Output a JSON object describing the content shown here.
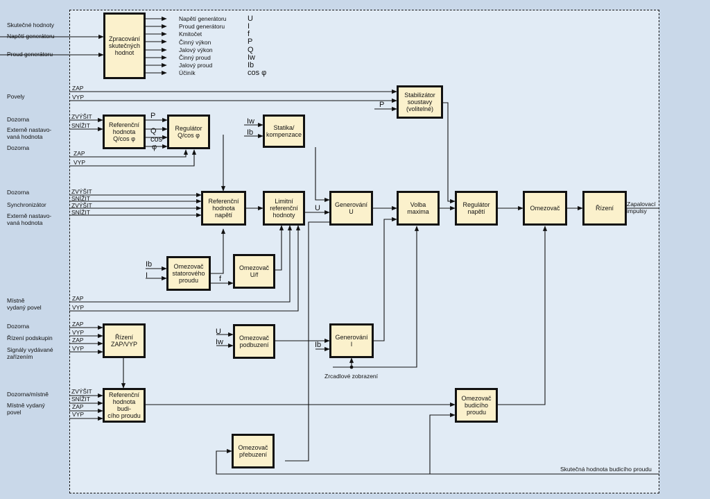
{
  "blocks": {
    "processing": "Zpracování\nskutečných\nhodnot",
    "stabilizer": "Stabilizátor\nsoustavy\n(volitelné)",
    "ref_q": "Referenční\nhodnota\nQ/cos φ",
    "reg_q": "Regulátor\nQ/cos φ",
    "statika": "Statika/\nkompenzace",
    "ref_u": "Referenční\nhodnota\nnapětí",
    "lim_ref": "Limitní\nreferenční\nhodnoty",
    "gen_u": "Generování\nU",
    "volba": "Volba\nmaxima",
    "reg_u": "Regulátor\nnapětí",
    "omez": "Omezovač",
    "rizeni": "Řízení",
    "omez_stat": "Omezovač\nstatorového\nproudu",
    "omez_uf": "Omezovač\nU/f",
    "rizeni_zap": "Řízení\nZAP/VYP",
    "omez_podb": "Omezovač\npodbuzení",
    "gen_i": "Generování\nI",
    "ref_bud": "Referenční\nhodnota budi-\ncího proudu",
    "omez_bud": "Omezovač\nbudicího\nproudu",
    "omez_preb": "Omezovač\npřebuzení"
  },
  "left_labels": {
    "skutecne": "Skutečné hodnoty",
    "napeti_gen": "Napětí generátoru",
    "proud_gen": "Proud generátoru",
    "povely": "Povely",
    "dozorna1": "Dozorna",
    "externe1": "Externě nastavo-\nvaná hodnota",
    "dozorna2": "Dozorna",
    "dozorna3": "Dozorna",
    "synchronizator": "Synchronizátor",
    "externe2": "Externě nastavo-\nvaná hodnota",
    "mistne": "Místně\nvydaný povel",
    "dozorna4": "Dozorna",
    "rizeni_podskupin": "Řízení podskupin",
    "signaly": "Signály vydávané\nzařízením",
    "dozorna_mistne": "Dozorna/místně",
    "mistne_vydany": "Místně vydaný\npovel"
  },
  "outputs": [
    {
      "name": "Napětí generátoru",
      "sym": "U"
    },
    {
      "name": "Proud generátoru",
      "sym": "I"
    },
    {
      "name": "Kmitočet",
      "sym": "f"
    },
    {
      "name": "Činný výkon",
      "sym": "P"
    },
    {
      "name": "Jalový výkon",
      "sym": "Q"
    },
    {
      "name": "Činný proud",
      "sym": "Iw"
    },
    {
      "name": "Jalový proud",
      "sym": "Ib"
    },
    {
      "name": "Účiník",
      "sym": "cos φ"
    }
  ],
  "signals": {
    "zap": "ZAP",
    "vyp": "VYP",
    "zvysit": "ZVÝŠIT",
    "snizit": "SNÍŽIT",
    "p": "P",
    "q": "Q",
    "cos": "cos",
    "phi": "φ",
    "iw": "Iw",
    "ib": "Ib",
    "u": "U",
    "i": "I",
    "f": "f"
  },
  "zapalovaci": "Zapalovací\nimpulsy",
  "zrcadlove": "Zrcadlové zobrazení",
  "skutecna_bud": "Skutečná hodnota budicího proudu"
}
